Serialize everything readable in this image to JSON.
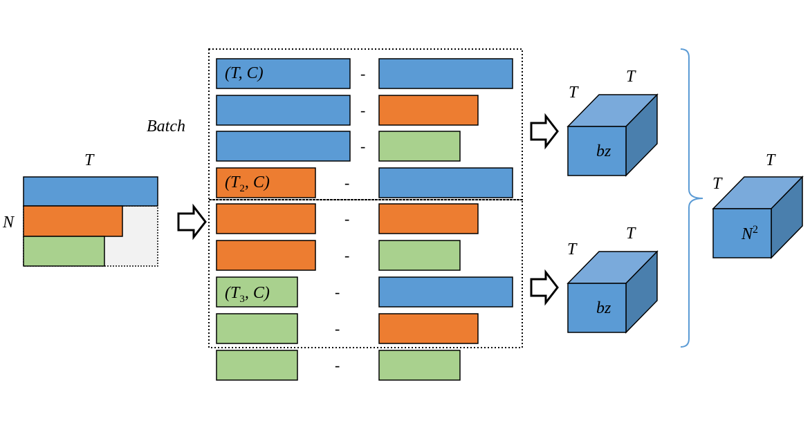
{
  "colors": {
    "blue": "#5b9bd5",
    "orange": "#ed7d31",
    "green": "#a9d18e",
    "padding": "#f2f2f2",
    "cube_front": "#5b9bd5",
    "cube_top": "#7aaadb",
    "cube_side": "#4a7fad",
    "brace": "#5b9bd5"
  },
  "input": {
    "t_label": "T",
    "n_label": "N"
  },
  "batch_label": "Batch",
  "pairs": {
    "dash": "-",
    "label_T": "T",
    "label_C": "C",
    "sub_2": "2",
    "sub_3": "3",
    "rows": [
      {
        "left": "blue",
        "right": "blue"
      },
      {
        "left": "blue",
        "right": "orange"
      },
      {
        "left": "blue",
        "right": "green"
      },
      {
        "left": "orange",
        "right": "blue"
      },
      {
        "left": "orange",
        "right": "orange"
      },
      {
        "left": "orange",
        "right": "green"
      },
      {
        "left": "green",
        "right": "blue"
      },
      {
        "left": "green",
        "right": "orange"
      },
      {
        "left": "green",
        "right": "green"
      }
    ]
  },
  "cubes": [
    {
      "t_top": "T",
      "t_left": "T",
      "front": "bz"
    },
    {
      "t_top": "T",
      "t_left": "T",
      "front": "bz"
    }
  ],
  "final_cube": {
    "t_top": "T",
    "t_left": "T",
    "front_base": "N",
    "front_sup": "2"
  }
}
